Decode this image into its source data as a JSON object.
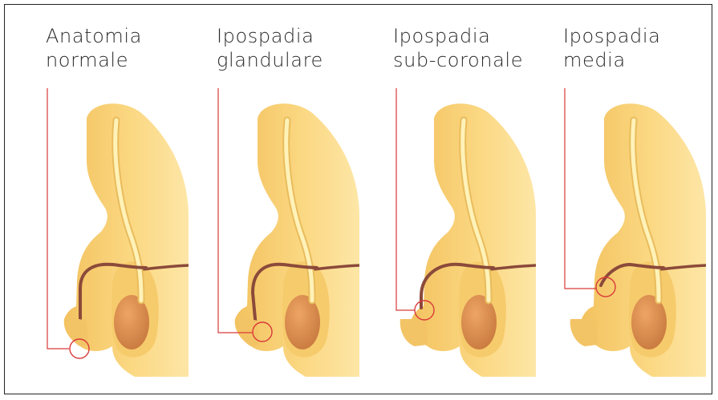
{
  "panels": [
    {
      "id": "normal",
      "line1": "Anatomia",
      "line2": "normale"
    },
    {
      "id": "glandular",
      "line1": "Ipospadia",
      "line2": "glandulare"
    },
    {
      "id": "subcoronal",
      "line1": "Ipospadia",
      "line2": "sub-coronale"
    },
    {
      "id": "middle",
      "line1": "Ipospadia",
      "line2": "media"
    }
  ],
  "colors": {
    "skin_light": "#fde39a",
    "skin_mid": "#f8d27a",
    "skin_dark": "#f0b957",
    "urethra": "#fff2b8",
    "urethra_edge": "#e8b95a",
    "spermatic_cord": "#8b4a3a",
    "testis": "#d98d4d",
    "marker": "#d93a3a"
  }
}
